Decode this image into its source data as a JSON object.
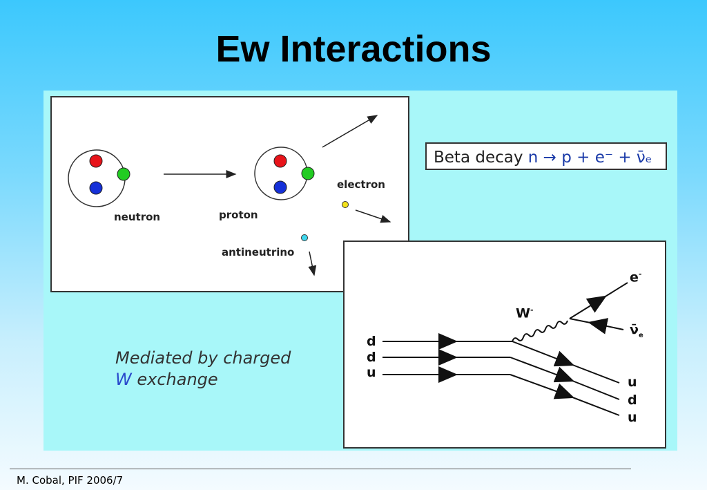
{
  "title": "Ew Interactions",
  "beta": {
    "prefix": "Beta decay",
    "equation": "n → p + e⁻ + ν̄ₑ"
  },
  "particles": {
    "neutron": "neutron",
    "proton": "proton",
    "electron": "electron",
    "antineutrino": "antineutrino"
  },
  "mediated": {
    "line1": "Mediated by charged",
    "w": "W",
    "line2_rest": " exchange"
  },
  "feynman": {
    "w_label": "W",
    "w_sup": "-",
    "e_label": "e",
    "e_sup": "-",
    "nu_label": "ν̄",
    "nu_sub": "e",
    "in_quarks": [
      "d",
      "d",
      "u"
    ],
    "out_quarks": [
      "u",
      "d",
      "u"
    ]
  },
  "colors": {
    "red": "#e8141a",
    "green": "#22cc22",
    "blue": "#1530d8",
    "electron": "#f3e21a",
    "antineutrino": "#3fd8ee"
  },
  "footer": "M. Cobal, PIF 2006/7"
}
